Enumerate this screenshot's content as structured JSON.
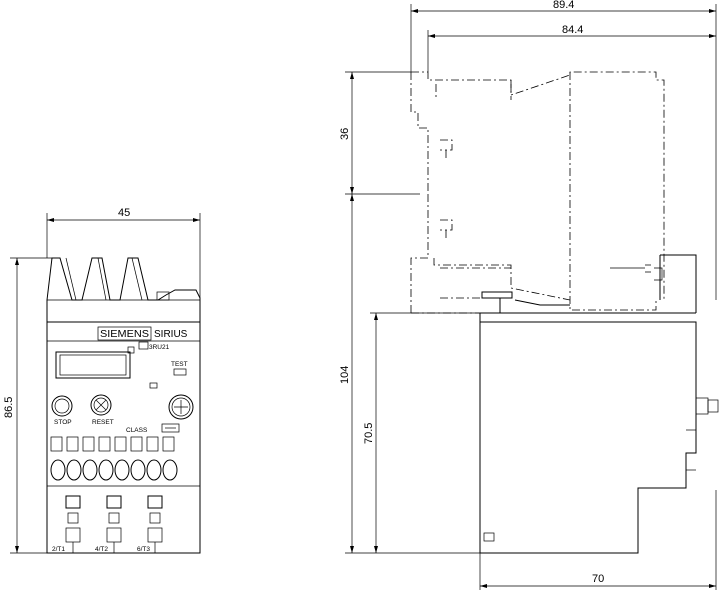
{
  "dimensions": {
    "front_width": "45",
    "front_height": "86.5",
    "side_total_width": "89.4",
    "side_inner_width": "84.4",
    "side_top_height": "36",
    "side_height": "104",
    "side_lower_height": "70.5",
    "side_base_width": "70"
  },
  "front_panel": {
    "brand": "SIEMENS",
    "product_line": "SIRIUS",
    "model": "3RU21",
    "test_label": "TEST",
    "stop_label": "STOP",
    "reset_label": "RESET",
    "class_label": "CLASS",
    "terminals": [
      "2/T1",
      "4/T2",
      "6/T3"
    ]
  }
}
